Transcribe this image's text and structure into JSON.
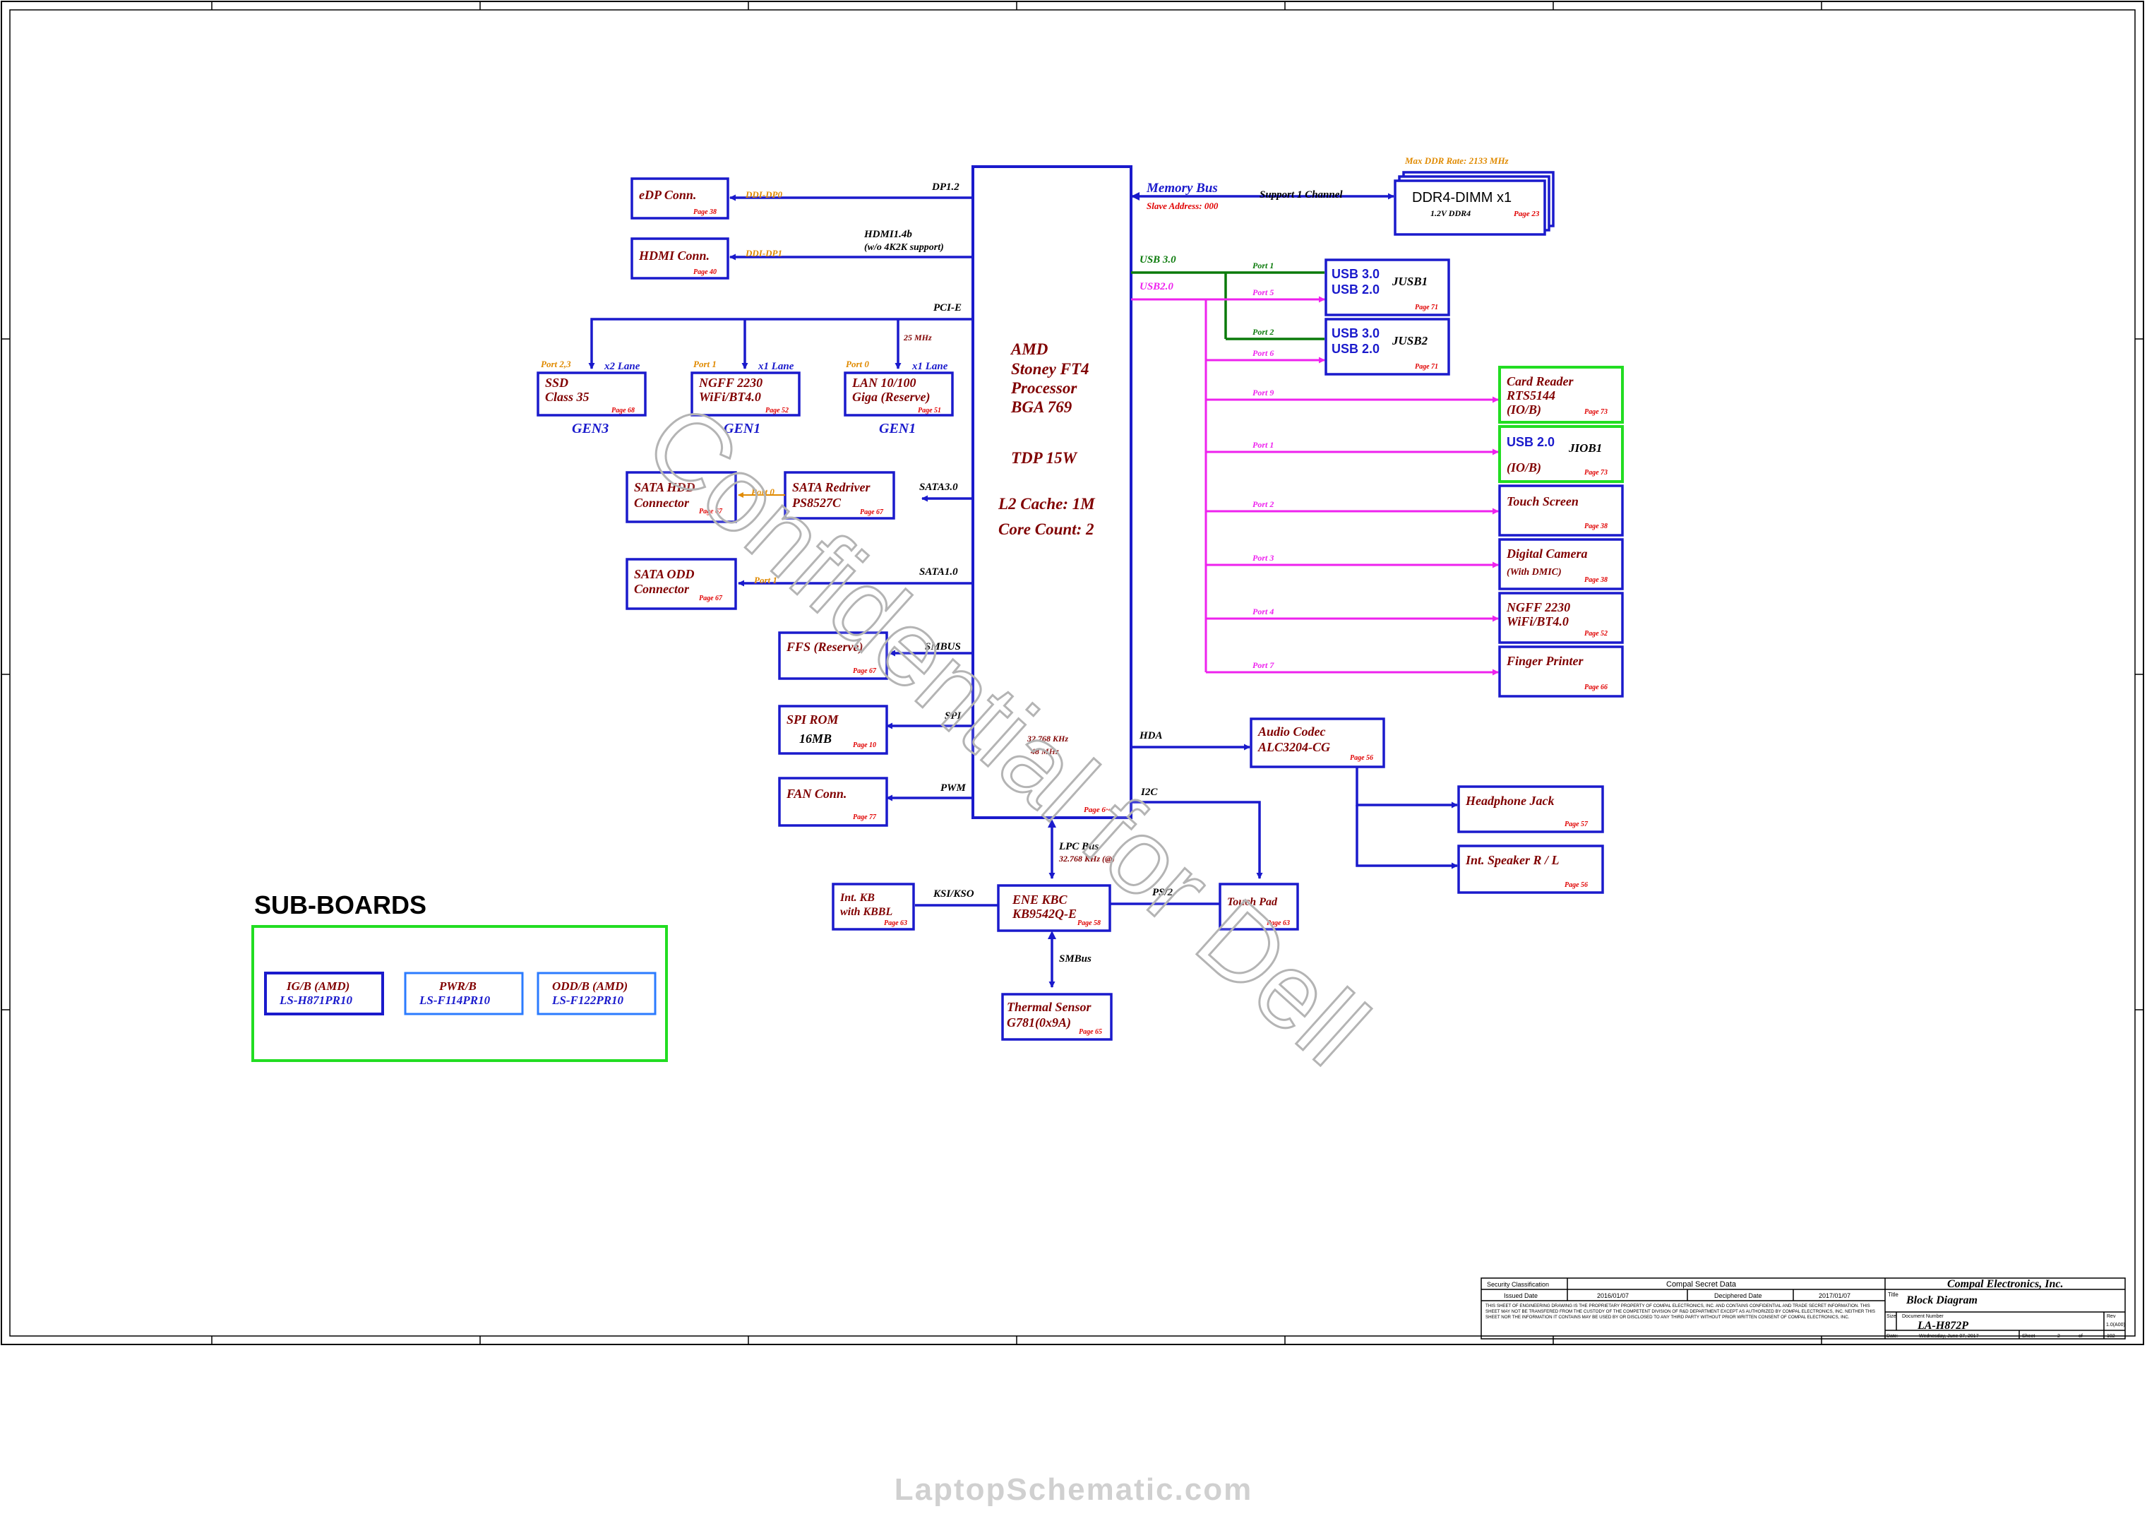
{
  "cpu": {
    "lines": [
      "AMD",
      "Stoney FT4",
      "Processor",
      "BGA 769"
    ],
    "tdp": "TDP 15W",
    "cache": "L2 Cache: 1M",
    "cores": "Core Count: 2",
    "inner1": "32.768 KHz",
    "inner2": "48 MHz",
    "inner_page": "Page 6~"
  },
  "left_blocks": {
    "edp": {
      "title": "eDP Conn.",
      "page": "Page 38",
      "signal": "DDI-DP0",
      "bus": "DP1.2"
    },
    "hdmi": {
      "title": "HDMI  Conn.",
      "page": "Page 40",
      "signal": "DDI-DP1",
      "bus1": "HDMI1.4b",
      "bus2": "(w/o 4K2K support)"
    },
    "pcie": {
      "bus": "PCI-E",
      "clock": "25 MHz"
    },
    "ssd": {
      "line1": "SSD",
      "line2": "Class 35",
      "page": "Page 68",
      "port": "Port 2,3",
      "lane": "x2 Lane",
      "gen": "GEN3"
    },
    "ngff_pcie": {
      "line1": "NGFF 2230",
      "line2": "WiFi/BT4.0",
      "page": "Page 52",
      "port": "Port 1",
      "lane": "x1 Lane",
      "gen": "GEN1"
    },
    "lan": {
      "line1": "LAN 10/100",
      "line2": "Giga (Reserve)",
      "page": "Page 51",
      "port": "Port 0",
      "lane": "x1 Lane",
      "gen": "GEN1"
    },
    "sata_hdd": {
      "line1": "SATA HDD",
      "line2": "Connector",
      "page": "Page 67",
      "port": "Port 0"
    },
    "sata_redriver": {
      "line1": "SATA Redriver",
      "line2": "PS8527C",
      "page": "Page 67",
      "bus": "SATA3.0"
    },
    "sata_odd": {
      "line1": "SATA  ODD",
      "line2": "Connector",
      "page": "Page 67",
      "port": "Port 1",
      "bus": "SATA1.0"
    },
    "ffs": {
      "line1": "FFS (Reserve)",
      "page": "Page 67",
      "bus": "SMBUS"
    },
    "spi": {
      "line1": "SPI ROM",
      "line2": "16MB",
      "page": "Page 10",
      "bus": "SPI"
    },
    "fan": {
      "line1": "FAN Conn.",
      "page": "Page 77",
      "bus": "PWM"
    }
  },
  "memory": {
    "max_rate": "Max DDR Rate: 2133 MHz",
    "bus": "Memory Bus",
    "slave": "Slave Address: 000",
    "channel": "Support 1 Channel",
    "title": "DDR4-DIMM x1",
    "voltage": "1.2V  DDR4",
    "page": "Page 23"
  },
  "usb": {
    "usb3_label": "USB 3.0",
    "usb2_label": "USB2.0",
    "jusb1": {
      "line1": "USB 3.0",
      "line2": "USB 2.0",
      "name": "JUSB1",
      "page": "Page 71",
      "p3": "Port 1",
      "p2": "Port 5"
    },
    "jusb2": {
      "line1": "USB 3.0",
      "line2": "USB 2.0",
      "name": "JUSB2",
      "page": "Page 71",
      "p3": "Port 2",
      "p2": "Port 6"
    }
  },
  "right_blocks": [
    {
      "id": "card-reader",
      "line1": "Card Reader",
      "line2": "RTS5144",
      "line3": "(IO/B)",
      "page": "Page 73",
      "port": "Port 9"
    },
    {
      "id": "jiob1",
      "line1": "USB 2.0",
      "name": "JIOB1",
      "line3": "(IO/B)",
      "page": "Page 73",
      "port": "Port 1"
    },
    {
      "id": "touch-screen",
      "line1": "Touch Screen",
      "page": "Page 38",
      "port": "Port 2"
    },
    {
      "id": "digital-camera",
      "line1": "Digital Camera",
      "line2": "(With DMIC)",
      "page": "Page 38",
      "port": "Port 3"
    },
    {
      "id": "ngff-usb",
      "line1": "NGFF 2230",
      "line2": "WiFi/BT4.0",
      "page": "Page 52",
      "port": "Port 4"
    },
    {
      "id": "finger-printer",
      "line1": "Finger Printer",
      "page": "Page 66",
      "port": "Port 7"
    }
  ],
  "audio": {
    "bus": "HDA",
    "line1": "Audio Codec",
    "line2": "ALC3204-CG",
    "page": "Page 56",
    "headphone": {
      "line1": "Headphone Jack",
      "page": "Page 57"
    },
    "speaker": {
      "line1": "Int. Speaker R / L",
      "page": "Page 56"
    }
  },
  "kbc": {
    "lpc": "LPC Bus",
    "lpc_clock": "32.768 KHz (@)",
    "i2c": "I2C",
    "line1": "ENE KBC",
    "line2": "KB9542Q-E",
    "page": "Page 58",
    "ksi": "KSI/KSO",
    "ps2": "PS/2",
    "smbus": "SMBus",
    "intkb": {
      "line1": "Int. KB",
      "line2": "with  KBBL",
      "page": "Page 63"
    },
    "touchpad": {
      "line1": "Touch Pad",
      "page": "Page 63"
    },
    "thermal": {
      "line1": "Thermal Sensor",
      "line2": "G781(0x9A)",
      "page": "Page 65"
    }
  },
  "subboards": {
    "title": "SUB-BOARDS",
    "items": [
      {
        "line1": "IG/B (AMD)",
        "line2": "LS-H871PR10"
      },
      {
        "line1": "PWR/B",
        "line2": "LS-F114PR10"
      },
      {
        "line1": "ODD/B (AMD)",
        "line2": "LS-F122PR10"
      }
    ]
  },
  "watermark": "Confidential for Dell",
  "titleblock": {
    "security": "Security  Classification",
    "secret": "Compal Secret Data",
    "issued": "Issued Date",
    "issued_date": "2016/01/07",
    "deciphered": "Deciphered Date",
    "deciphered_date": "2017/01/07",
    "company": "Compal Electronics, Inc.",
    "title_label": "Title",
    "title": "Block Diagram",
    "size_label": "Size",
    "doc_label": "Document Number",
    "doc": "LA-H872P",
    "rev_label": "Rev",
    "rev": "1.0(A00)",
    "date_label": "Date:",
    "date": "Wednesday, June 07, 2017",
    "sheet_label": "Sheet",
    "sheet": "2",
    "of_label": "of",
    "of": "102",
    "notice": "THIS SHEET OF ENGINEERING DRAWING IS THE PROPRIETARY PROPERTY OF COMPAL ELECTRONICS, INC. AND CONTAINS CONFIDENTIAL AND TRADE SECRET INFORMATION. THIS SHEET MAY NOT BE TRANSFERED FROM THE CUSTODY OF THE COMPETENT DIVISION OF R&D DEPARTMENT EXCEPT AS AUTHORIZED BY COMPAL ELECTRONICS, INC. NEITHER THIS SHEET NOR THE INFORMATION IT CONTAINS MAY BE USED BY OR DISCLOSED TO ANY THIRD PARTY WITHOUT PRIOR WRITTEN CONSENT OF COMPAL ELECTRONICS, INC."
  },
  "footer": "LaptopSchematic.com",
  "colors": {
    "blue": "#1a1acc",
    "text": "#800000",
    "page": "#e00000",
    "magenta": "#ee22ee",
    "green": "#0a7a0a",
    "orange": "#e08a00",
    "subgreen": "#22dd22",
    "lightblue": "#2b7bff"
  }
}
